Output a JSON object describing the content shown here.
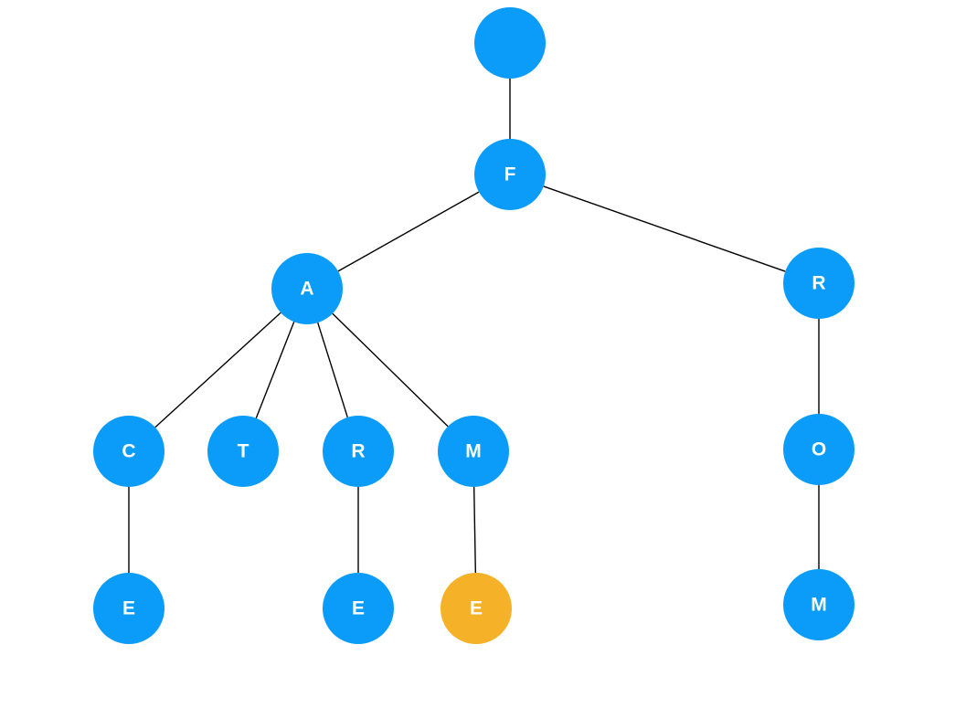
{
  "colors": {
    "node": "#0a9cf8",
    "highlight": "#f5b127",
    "edge": "#000000",
    "label": "#ffffff"
  },
  "tree": {
    "nodes": [
      {
        "id": "root",
        "label": ""
      },
      {
        "id": "f",
        "label": "F"
      },
      {
        "id": "fa",
        "label": "A"
      },
      {
        "id": "fr",
        "label": "R"
      },
      {
        "id": "fac",
        "label": "C"
      },
      {
        "id": "fat",
        "label": "T"
      },
      {
        "id": "far",
        "label": "R"
      },
      {
        "id": "fam",
        "label": "M"
      },
      {
        "id": "fro",
        "label": "O"
      },
      {
        "id": "face",
        "label": "E"
      },
      {
        "id": "fare",
        "label": "E"
      },
      {
        "id": "fame",
        "label": "E",
        "highlighted": true
      },
      {
        "id": "from",
        "label": "M"
      }
    ],
    "edges": [
      {
        "from": "root",
        "to": "f"
      },
      {
        "from": "f",
        "to": "fa"
      },
      {
        "from": "f",
        "to": "fr"
      },
      {
        "from": "fa",
        "to": "fac"
      },
      {
        "from": "fa",
        "to": "fat"
      },
      {
        "from": "fa",
        "to": "far"
      },
      {
        "from": "fa",
        "to": "fam"
      },
      {
        "from": "fr",
        "to": "fro"
      },
      {
        "from": "fac",
        "to": "face"
      },
      {
        "from": "far",
        "to": "fare"
      },
      {
        "from": "fam",
        "to": "fame"
      },
      {
        "from": "fro",
        "to": "from"
      }
    ]
  }
}
